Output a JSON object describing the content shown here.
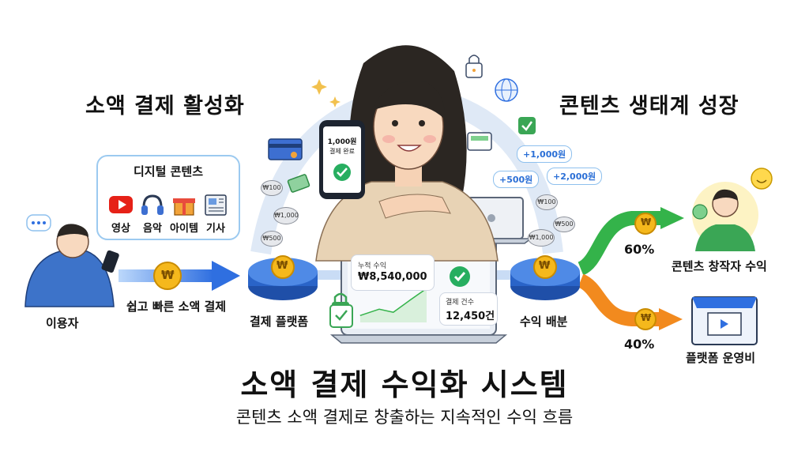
{
  "headings": {
    "left": "소액 결제 활성화",
    "right": "콘텐츠 생태계 성장"
  },
  "title": "소액 결제 수익화 시스템",
  "subtitle": "콘텐츠 소액 결제로 창출하는 지속적인 수익 흐름",
  "content_box": {
    "title": "디지털 콘텐츠",
    "items": [
      {
        "label": "영상",
        "icon": "video-play-icon"
      },
      {
        "label": "음악",
        "icon": "headphones-icon"
      },
      {
        "label": "아이템",
        "icon": "gift-box-icon"
      },
      {
        "label": "기사",
        "icon": "newspaper-icon"
      }
    ]
  },
  "labels": {
    "user": "이용자",
    "fast_payment": "쉽고 빠른 소액 결제",
    "platform": "결제 플랫폼",
    "distribution": "수익 배분",
    "creator": "콘텐츠 창작자 수익",
    "operation": "플랫폼 운영비"
  },
  "shares": {
    "creator": "60%",
    "operation": "40%"
  },
  "phone": {
    "amount": "1,000원",
    "status": "결제 완료"
  },
  "dashboard": {
    "revenue_label": "누적 수익",
    "revenue_value": "₩8,540,000",
    "count_label": "결제 건수",
    "count_value": "12,450건"
  },
  "floating_tags": [
    "+1,000원",
    "+500원",
    "+2,000원"
  ],
  "coin_labels": [
    "₩100",
    "₩1,000",
    "₩500",
    "₩100",
    "₩1,000",
    "₩500"
  ],
  "coin_symbol": "₩",
  "colors": {
    "blue_arrow": "#2f6fe0",
    "green_arrow": "#34b34a",
    "orange_arrow": "#f28a1e",
    "coin": "#f5b81c",
    "platform": "#2a64c8"
  }
}
